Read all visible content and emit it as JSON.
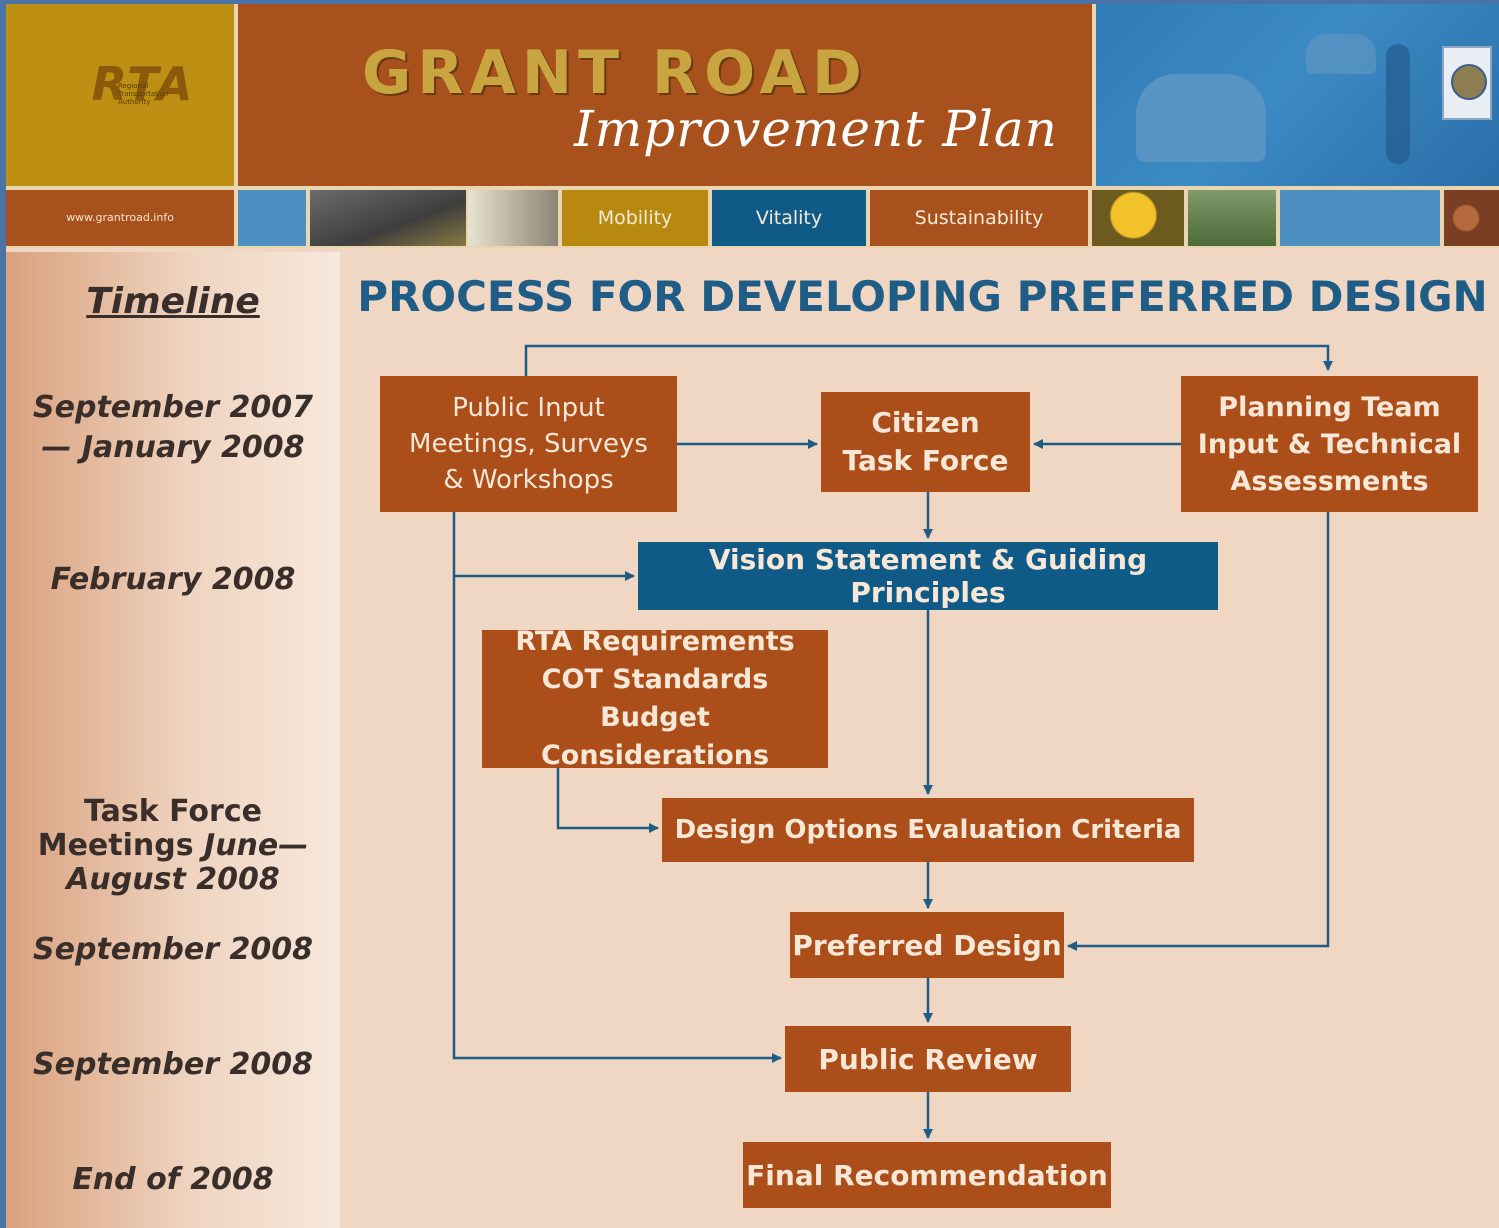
{
  "header": {
    "logo_text": "RTA",
    "logo_sub": "Regional Transportation Authority",
    "title_line1": "GRANT ROAD",
    "title_line2": "Improvement Plan",
    "url": "www.grantroad.info",
    "tags": [
      "Mobility",
      "Vitality",
      "Sustainability"
    ]
  },
  "colors": {
    "brown": "#ac4e1a",
    "gold": "#bd8f12",
    "blue": "#0f5a86",
    "title_blue": "#1f5d86"
  },
  "timeline": {
    "heading": "Timeline",
    "items": [
      "September 2007",
      "— January 2008",
      "February 2008",
      "Task Force",
      "Meetings",
      "June—",
      "August 2008",
      "September 2008",
      "September 2008",
      "End of 2008"
    ]
  },
  "diagram": {
    "title": "PROCESS FOR DEVELOPING PREFERRED DESIGN",
    "nodes": {
      "public_input": "Public Input\nMeetings, Surveys\n& Workshops",
      "citizen_task_force": "Citizen\nTask Force",
      "planning_team": "Planning Team\nInput & Technical\nAssessments",
      "vision": "Vision Statement & Guiding Principles",
      "rta_requirements": "RTA Requirements\nCOT Standards\nBudget Considerations",
      "design_options": "Design Options Evaluation Criteria",
      "preferred_design": "Preferred Design",
      "public_review": "Public Review",
      "final_recommendation": "Final Recommendation"
    }
  }
}
